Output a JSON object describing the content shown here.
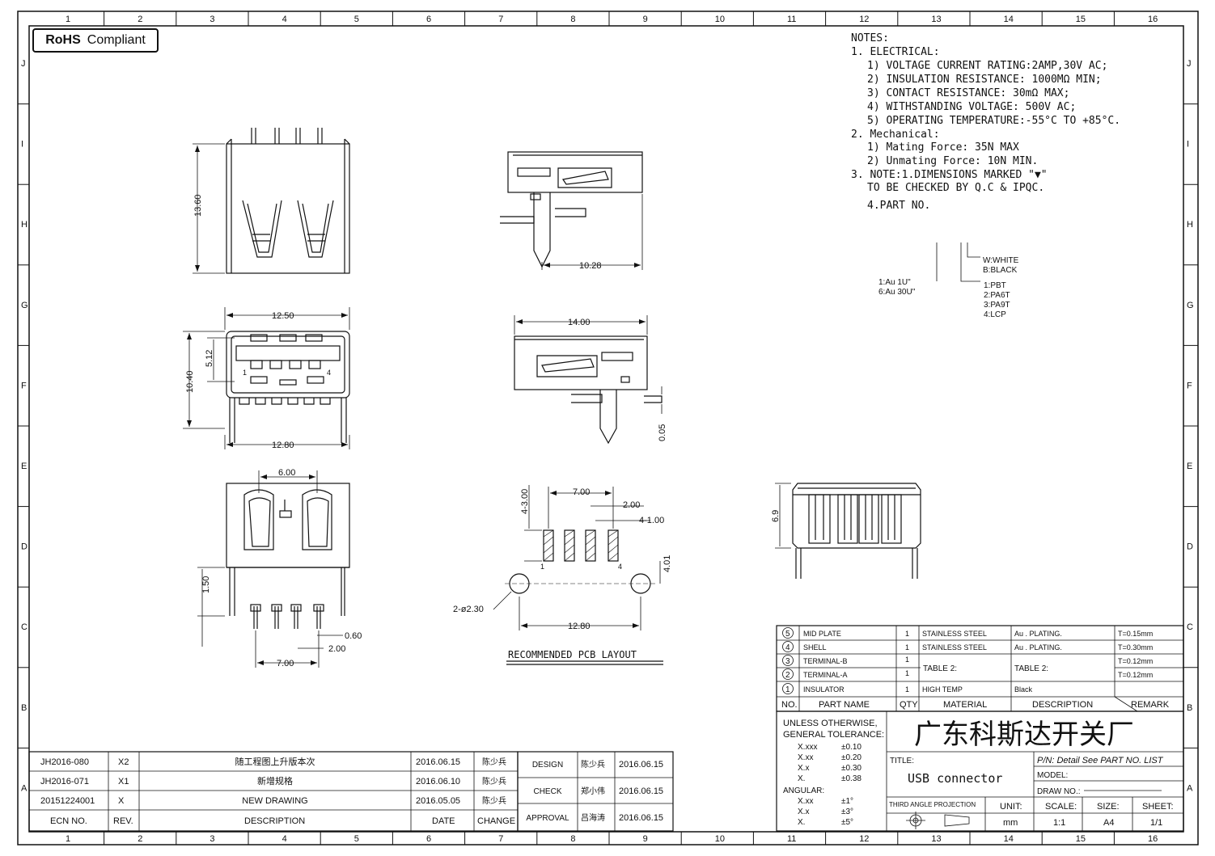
{
  "badge": {
    "rohs": "RoHS",
    "compliant": "Compliant"
  },
  "grid": {
    "cols": [
      "1",
      "2",
      "3",
      "4",
      "5",
      "6",
      "7",
      "8",
      "9",
      "10",
      "11",
      "12",
      "13",
      "14",
      "15",
      "16"
    ],
    "rows": [
      "J",
      "I",
      "H",
      "G",
      "F",
      "E",
      "D",
      "C",
      "B",
      "A"
    ]
  },
  "notes": {
    "title": "NOTES:",
    "electrical": "1. ELECTRICAL:",
    "e1": "1) VOLTAGE CURRENT RATING:2AMP,30V AC;",
    "e2": "2) INSULATION RESISTANCE: 1000MΩ MIN;",
    "e3": "3) CONTACT RESISTANCE: 30mΩ MAX;",
    "e4": "4) WITHSTANDING VOLTAGE: 500V AC;",
    "e5": "5) OPERATING TEMPERATURE:-55°C TO +85°C.",
    "mechanical": "2. Mechanical:",
    "m1": "1) Mating Force:  35N MAX",
    "m2": "2) Unmating Force:  10N MIN.",
    "n3a": "3. NOTE:1.DIMENSIONS MARKED \"▼\"",
    "n3b": "TO BE CHECKED BY Q.C & IPQC.",
    "n4": "4.PART NO.",
    "color_w": "W:WHITE",
    "color_b": "B:BLACK",
    "plating_1": "1:Au 1U\"",
    "plating_6": "6:Au 30U\"",
    "mat_1": "1:PBT",
    "mat_2": "2:PA6T",
    "mat_3": "3:PA9T",
    "mat_4": "4:LCP"
  },
  "dims": {
    "d1360": "13.60",
    "d1028": "10.28",
    "d1250": "12.50",
    "d512": "5.12",
    "d1040": "10.40",
    "d1280a": "12.80",
    "d1400": "14.00",
    "d005": "0.05",
    "d600": "6.00",
    "d150": "1.50",
    "d060": "0.60",
    "d200a": "2.00",
    "d700a": "7.00",
    "d430": "4-3.00",
    "d700b": "7.00",
    "d200b": "2.00",
    "d4100": "4-1.00",
    "d401": "4.01",
    "d230": "2-ø2.30",
    "d1280b": "12.80",
    "d69": "6.9",
    "pin1": "1",
    "pin4": "4",
    "pcb1": "1",
    "pcb4": "4",
    "pcb_caption": "RECOMMENDED PCB LAYOUT"
  },
  "bom": {
    "rows": [
      {
        "no": "5",
        "part": "MID PLATE",
        "qty": "1",
        "material": "STAINLESS STEEL",
        "desc": "Au . PLATING.",
        "remark": "T=0.15mm"
      },
      {
        "no": "4",
        "part": "SHELL",
        "qty": "1",
        "material": "STAINLESS STEEL",
        "desc": "Au . PLATING.",
        "remark": "T=0.30mm"
      },
      {
        "no": "3",
        "part": "TERMINAL-B",
        "qty": "1",
        "material": "",
        "desc": "",
        "remark": "T=0.12mm"
      },
      {
        "no": "2",
        "part": "TERMINAL-A",
        "qty": "1",
        "material": "",
        "desc": "",
        "remark": "T=0.12mm"
      },
      {
        "no": "1",
        "part": "INSULATOR",
        "qty": "1",
        "material": "HIGH TEMP",
        "desc": "Black",
        "remark": ""
      }
    ],
    "table2_material": "TABLE 2:",
    "table2_desc": "TABLE 2:",
    "header": {
      "no": "NO.",
      "part": "PART NAME",
      "qty": "QTY",
      "material": "MATERIAL",
      "desc": "DESCRIPTION",
      "remark": "REMARK"
    }
  },
  "tolerance": {
    "l1": "UNLESS OTHERWISE,",
    "l2": "GENERAL TOLERANCE:",
    "xxx": "X.xxx",
    "xxx_v": "±0.10",
    "xx": "X.xx",
    "xx_v": "±0.20",
    "x1": "X.x",
    "x1_v": "±0.30",
    "x0": "X.",
    "x0_v": "±0.38",
    "angular": "ANGULAR:",
    "a_xx": "X.xx",
    "a_xx_v": "±1°",
    "a_x": "X.x",
    "a_x_v": "±3°",
    "a_0": "X.",
    "a_0_v": "±5°"
  },
  "titleblock": {
    "company": "广东科斯达开关厂",
    "title_label": "TITLE:",
    "title_value": "USB connector",
    "pn": "P/N: Detail See PART NO. LIST",
    "model": "MODEL:",
    "draw_no": "DRAW NO.:",
    "projection": "THIRD ANGLE PROJECTION",
    "unit_label": "UNIT:",
    "unit": "mm",
    "scale_label": "SCALE:",
    "scale": "1:1",
    "size_label": "SIZE:",
    "size": "A4",
    "sheet_label": "SHEET:",
    "sheet": "1/1"
  },
  "revisions": [
    {
      "ecn": "JH2016-080",
      "rev": "X2",
      "desc": "随工程图上升版本次",
      "date": "2016.06.15",
      "change": "陈少兵"
    },
    {
      "ecn": "JH2016-071",
      "rev": "X1",
      "desc": "新增规格",
      "date": "2016.06.10",
      "change": "陈少兵"
    },
    {
      "ecn": "20151224001",
      "rev": "X",
      "desc": "NEW DRAWING",
      "date": "2016.05.05",
      "change": "陈少兵"
    }
  ],
  "rev_header": {
    "ecn": "ECN NO.",
    "rev": "REV.",
    "desc": "DESCRIPTION",
    "date": "DATE",
    "change": "CHANGE"
  },
  "approvals": [
    {
      "role": "DESIGN",
      "name": "陈少兵",
      "date": "2016.06.15"
    },
    {
      "role": "CHECK",
      "name": "郑小伟",
      "date": "2016.06.15"
    },
    {
      "role": "APPROVAL",
      "name": "吕海涛",
      "date": "2016.06.15"
    }
  ]
}
